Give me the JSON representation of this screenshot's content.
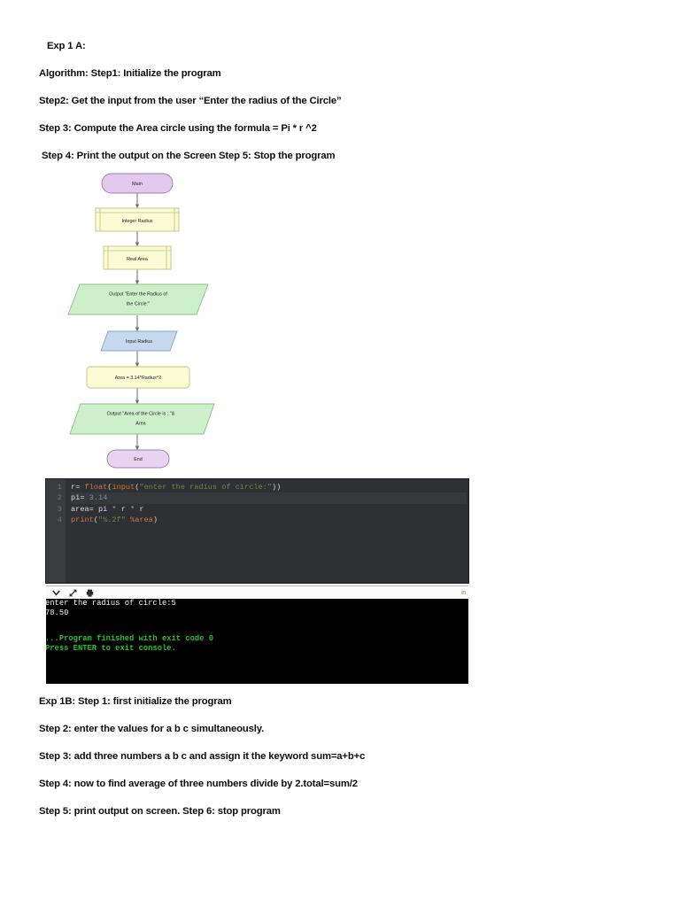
{
  "document": {
    "algorithm_section": {
      "lines": [
        "Exp 1 A:",
        "Algorithm: Step1: Initialize the program",
        "Step2: Get the input from the user “Enter the radius of the Circle”",
        "Step 3: Compute the Area circle using the formula = Pi * r ^2",
        "Step 4: Print the output on the Screen Step 5: Stop the program"
      ]
    },
    "expb_section": {
      "lines": [
        "Exp 1B: Step 1: first initialize the program",
        "Step 2: enter the values for a b c simultaneously.",
        "Step 3: add three numbers a b c and assign it the keyword sum=a+b+c",
        "Step 4: now to find average of three numbers divide by 2.total=sum/2",
        "Step 5: print output on screen. Step 6: stop program"
      ]
    }
  },
  "flowchart": {
    "nodes": [
      {
        "id": "start",
        "shape": "terminator",
        "label": "Main",
        "fill": "#e3c8ee",
        "stroke": "#9b7fae"
      },
      {
        "id": "decl-radius",
        "shape": "predefined-process",
        "label": "Integer Radius",
        "fill": "#fbfbd6",
        "stroke": "#c3c37a"
      },
      {
        "id": "decl-area",
        "shape": "predefined-process",
        "label": "Real Area",
        "fill": "#fbfbd6",
        "stroke": "#c3c37a"
      },
      {
        "id": "output-prompt",
        "shape": "parallelogram",
        "label": "Output \"Enter the Radius of|the Circle:\"",
        "fill": "#cdf0ca",
        "stroke": "#8cbf88"
      },
      {
        "id": "input-radius",
        "shape": "parallelogram",
        "label": "Input Radius",
        "fill": "#c5d8ee",
        "stroke": "#8aa6c4"
      },
      {
        "id": "compute-area",
        "shape": "process",
        "label": "Area = 3.14*Radius^2",
        "fill": "#fbfbd6",
        "stroke": "#c3c37a"
      },
      {
        "id": "output-area",
        "shape": "parallelogram",
        "label": "Output \"Area of the Circle is : \"&|Area",
        "fill": "#cdf0ca",
        "stroke": "#8cbf88"
      },
      {
        "id": "end",
        "shape": "terminator",
        "label": "End",
        "fill": "#e9d3f2",
        "stroke": "#9b7fae"
      }
    ],
    "connector_color": "#6e6e6e"
  },
  "code_editor": {
    "gutter_numbers": [
      "1",
      "2",
      "3",
      "4"
    ],
    "lines": [
      [
        {
          "t": "r= ",
          "c": "plain"
        },
        {
          "t": "float",
          "c": "fn"
        },
        {
          "t": "(",
          "c": "punc"
        },
        {
          "t": "input",
          "c": "builtin"
        },
        {
          "t": "(",
          "c": "punc"
        },
        {
          "t": "\"enter the radius of circle:\"",
          "c": "str"
        },
        {
          "t": "))",
          "c": "punc"
        }
      ],
      [
        {
          "t": "pi= ",
          "c": "plain"
        },
        {
          "t": "3.14",
          "c": "num"
        }
      ],
      [
        {
          "t": "area= pi ",
          "c": "plain"
        },
        {
          "t": "*",
          "c": "op"
        },
        {
          "t": " r ",
          "c": "plain"
        },
        {
          "t": "*",
          "c": "op"
        },
        {
          "t": " r",
          "c": "plain"
        }
      ],
      [
        {
          "t": "print",
          "c": "fn"
        },
        {
          "t": "(",
          "c": "punc"
        },
        {
          "t": "\"%.2f\"",
          "c": "str"
        },
        {
          "t": " %area",
          "c": "fn"
        },
        {
          "t": ")",
          "c": "punc"
        }
      ]
    ],
    "current_line_index": 1
  },
  "console_toolbar": {
    "icons": [
      "chevron-down-icon",
      "expand-icon",
      "clear-icon"
    ],
    "right_label": "in"
  },
  "console": {
    "lines": [
      {
        "text": "enter the radius of circle:5",
        "color": "white"
      },
      {
        "text": "78.50",
        "color": "white"
      },
      {
        "text": "",
        "color": "white"
      },
      {
        "text": "...Program finished with exit code 0",
        "color": "green"
      },
      {
        "text": "Press ENTER to exit console.",
        "color": "green"
      }
    ]
  }
}
